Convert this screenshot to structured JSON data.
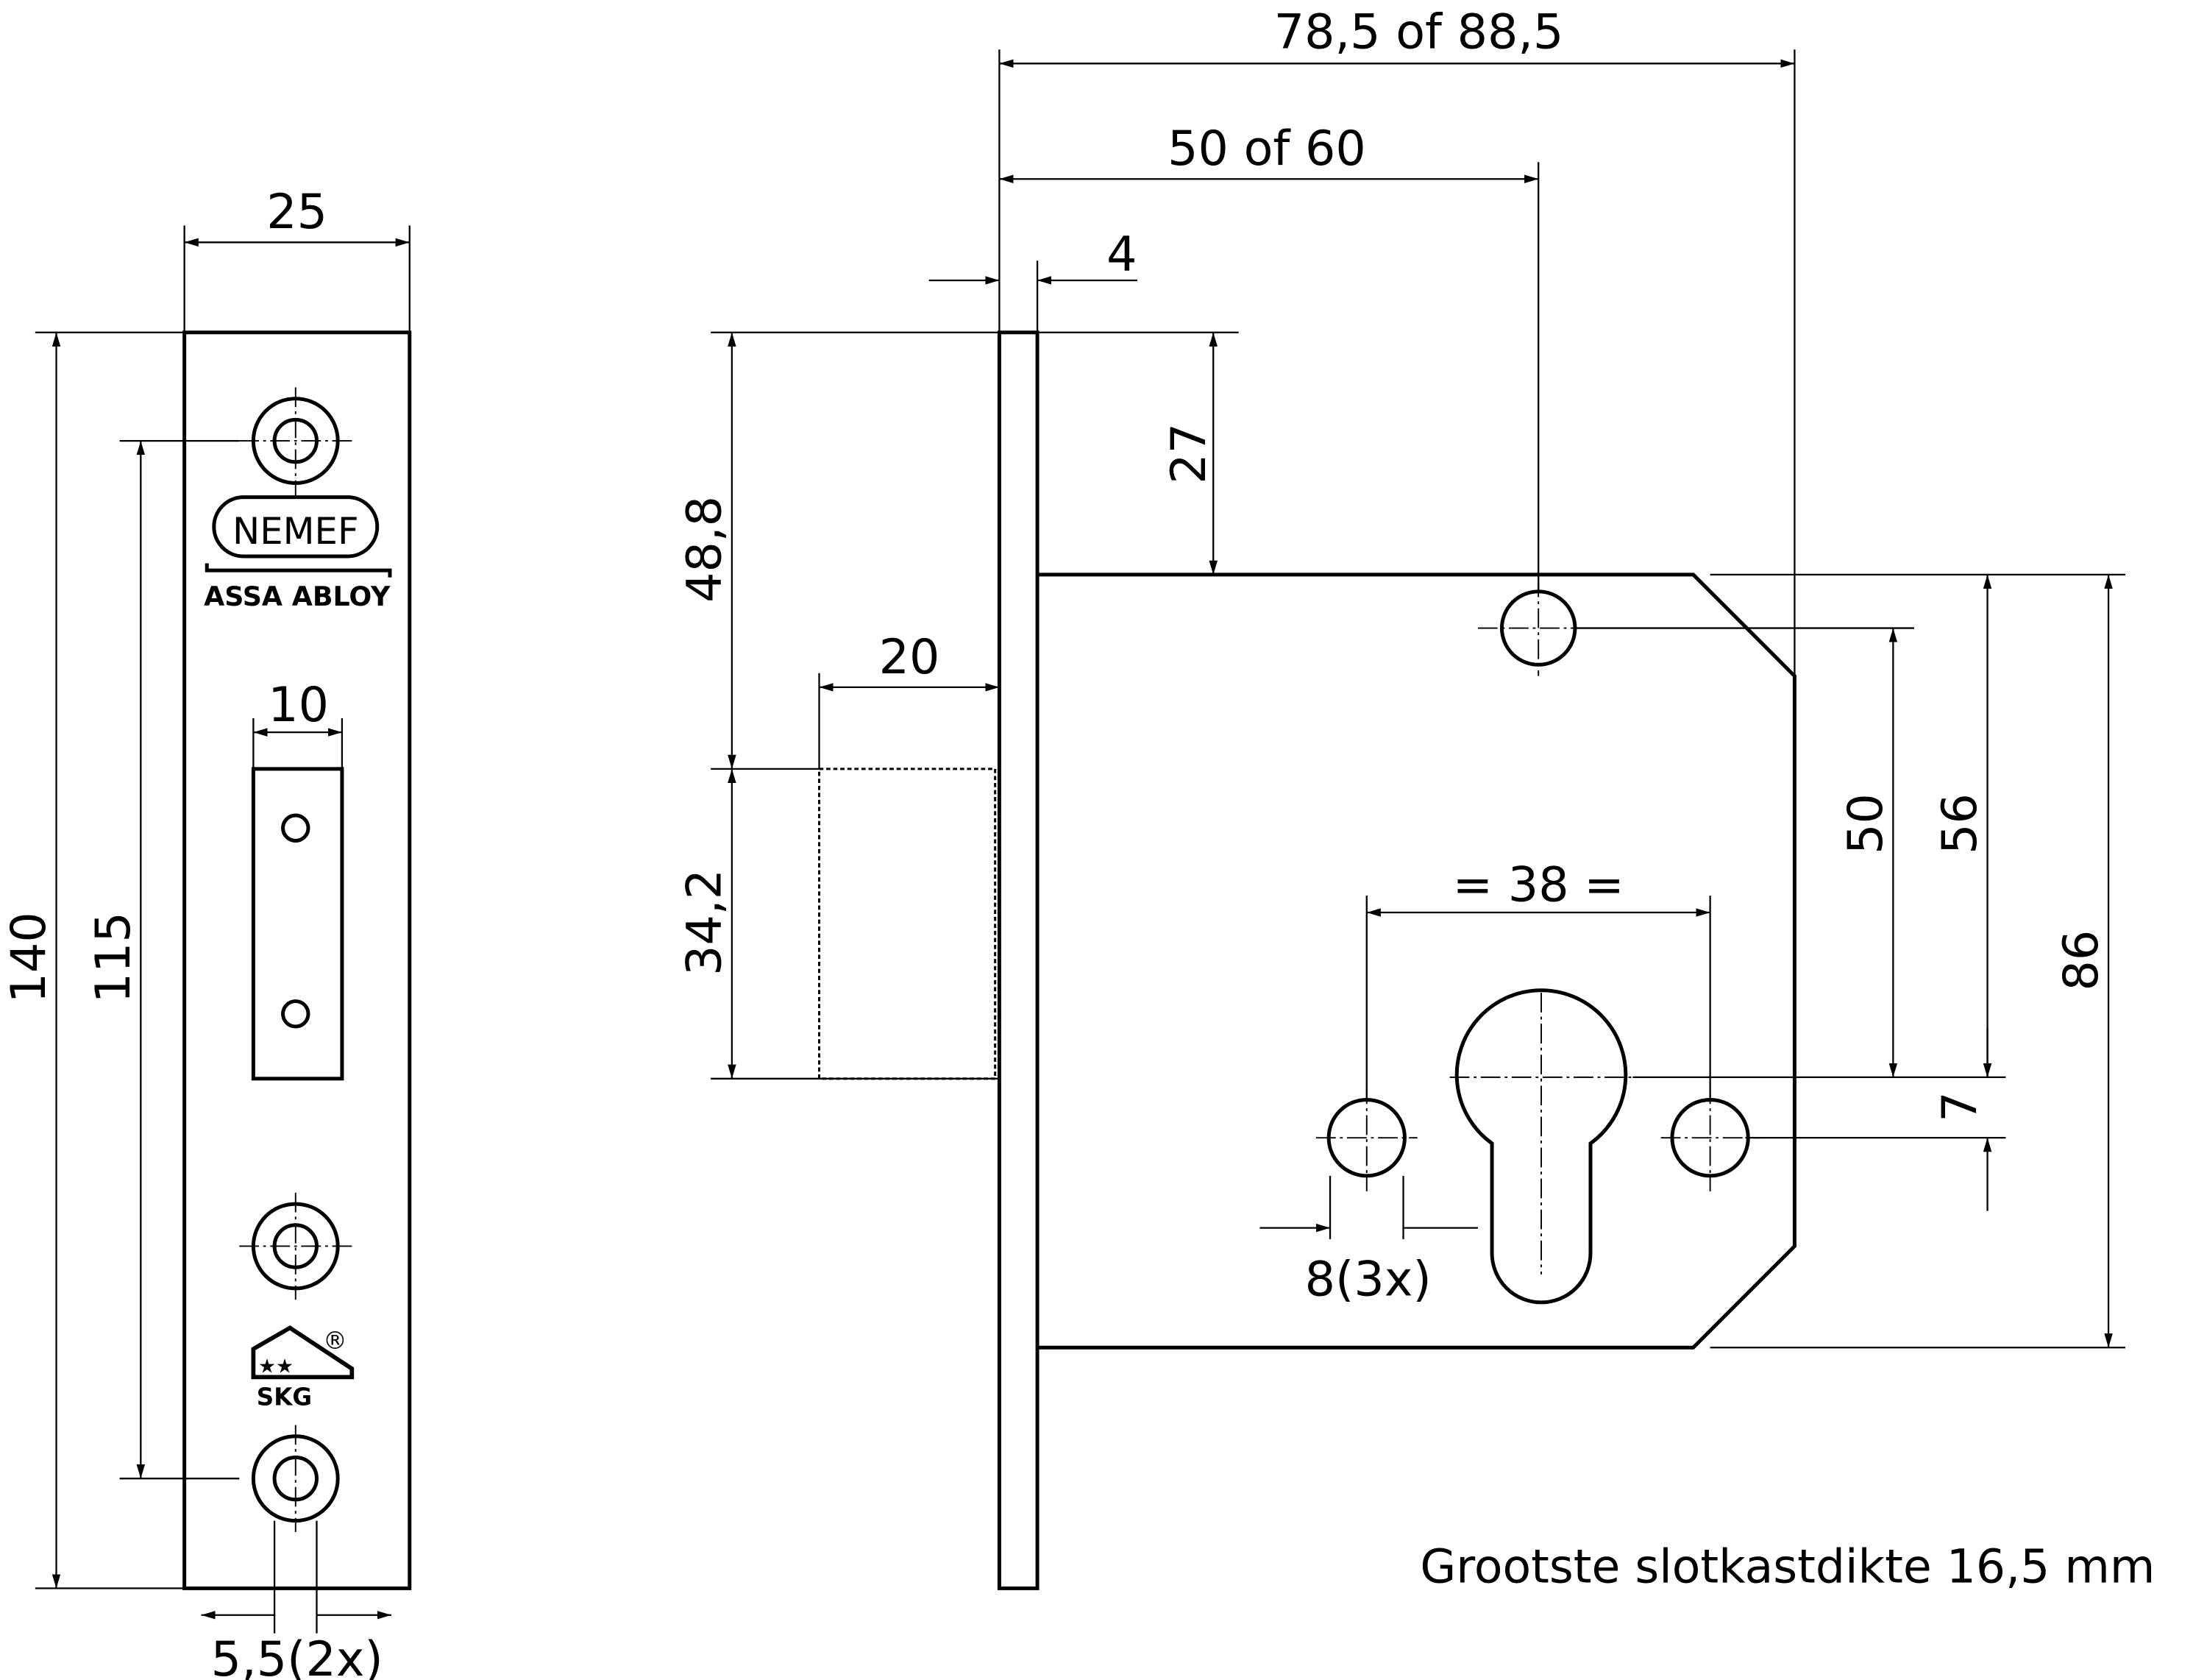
{
  "front_view": {
    "dims": {
      "width": "25",
      "height": "140",
      "hole_spacing": "115",
      "slot_width": "10",
      "screw_hole": "5,5(2x)"
    },
    "logos": {
      "brand": "NEMEF",
      "group": "ASSA ABLOY",
      "cert": "SKG",
      "registered": "®"
    }
  },
  "side_view": {
    "dims": {
      "overall": "78,5 of 88,5",
      "backset": "50 of 60",
      "plate": "4",
      "top_to_bolt": "48,8",
      "bolt_height": "34,2",
      "top_to_case": "27",
      "bolt_throw": "20",
      "hole_spacing": "= 38 =",
      "hole_dia": "8(3x)",
      "hole_to_cyl": "50",
      "case_to_cyl": "56",
      "cyl_offset": "7",
      "case_height": "86"
    },
    "note": "Grootste slotkastdikte 16,5 mm"
  }
}
